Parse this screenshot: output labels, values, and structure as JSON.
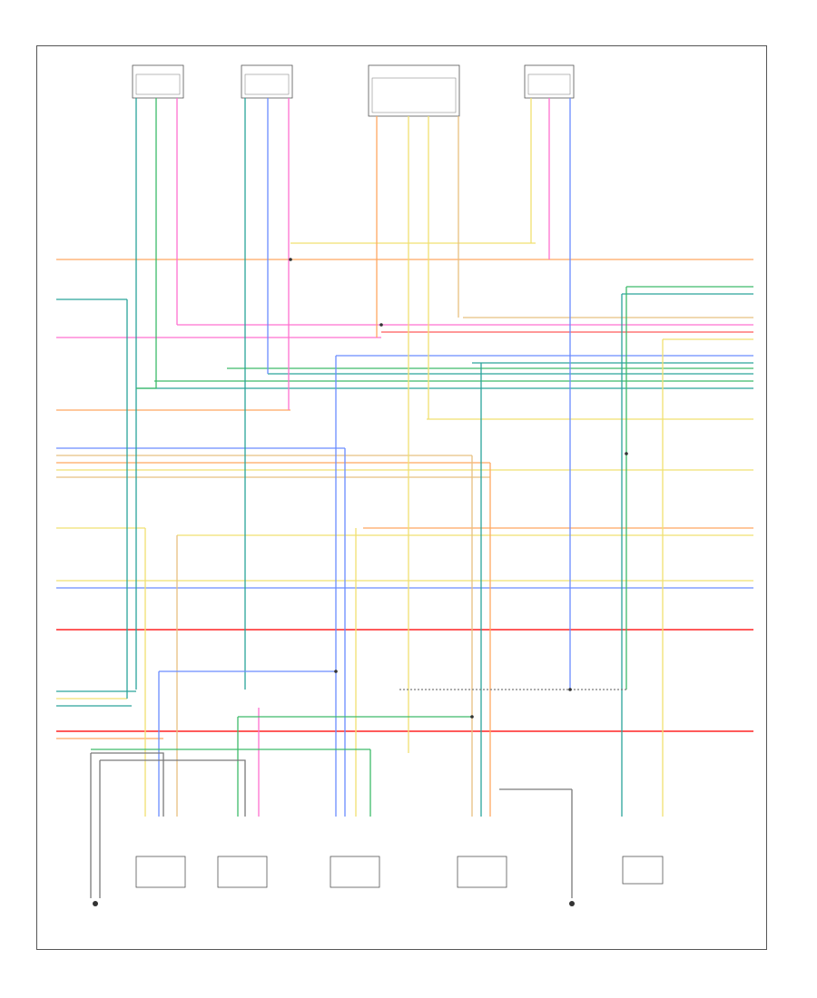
{
  "footer": "",
  "colors": {
    "orange": "#ffa860",
    "yellow": "#f0e070",
    "pink": "#ff70d0",
    "red": "#ff5a5a",
    "blue": "#6a8cff",
    "green": "#3dbb6a",
    "teal": "#2aa39a",
    "tan": "#e8c080",
    "wire_gray": "#7a7a7a"
  },
  "wires": {
    "power_bus_top": "",
    "power_bus_mid": "",
    "ground_bus": "",
    "ground_bus_2": ""
  },
  "components": {
    "top": [
      {
        "id": "lr-door-switch",
        "lines": [
          "",
          "",
          "",
          ""
        ]
      },
      {
        "id": "rr-door-switch",
        "lines": [
          "",
          "",
          "",
          ""
        ]
      },
      {
        "id": "center-module",
        "lines": [
          "",
          "",
          ""
        ]
      },
      {
        "id": "rear-sensor",
        "lines": [
          "",
          "",
          ""
        ]
      }
    ],
    "bottom": [
      {
        "id": "left-ground-point",
        "lines": [
          "",
          "",
          ""
        ]
      },
      {
        "id": "rear-left-speaker",
        "lines": [
          "",
          "",
          ""
        ]
      },
      {
        "id": "rear-right-speaker",
        "lines": [
          "",
          "",
          ""
        ]
      },
      {
        "id": "left-rear-motor",
        "lines": [
          "",
          "",
          ""
        ]
      },
      {
        "id": "right-rear-motor",
        "lines": [
          "",
          "",
          ""
        ]
      },
      {
        "id": "right-ground-point",
        "lines": [
          "",
          "",
          ""
        ]
      },
      {
        "id": "electronic-unit",
        "lines": [
          "",
          "",
          ""
        ]
      }
    ]
  },
  "splices": {
    "s1": "",
    "s2": "",
    "s3": "",
    "s4": "",
    "s5": "",
    "s6": ""
  }
}
